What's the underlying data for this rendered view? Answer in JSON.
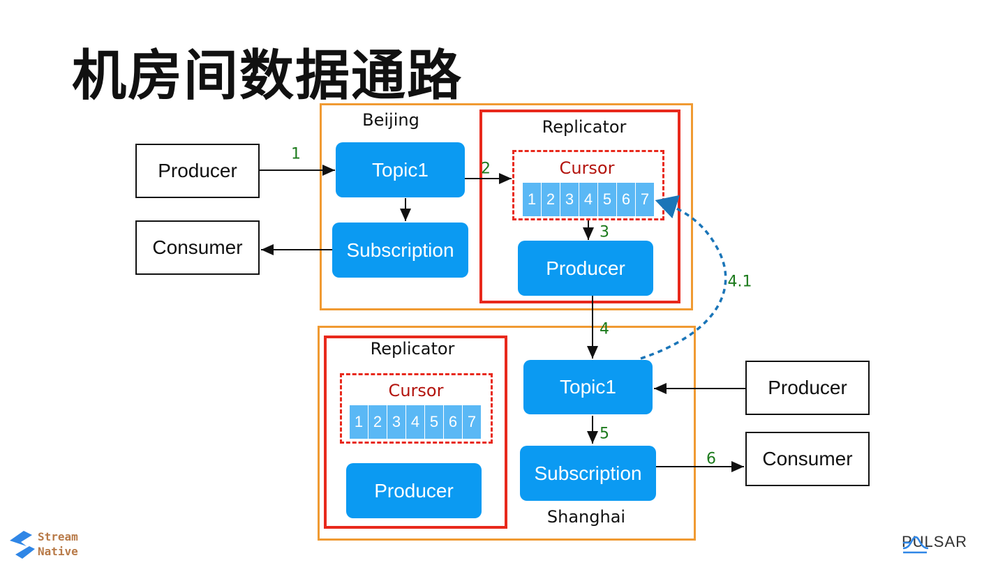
{
  "title": "机房间数据通路",
  "beijing": {
    "label": "Beijing",
    "topic": "Topic1",
    "subscription": "Subscription",
    "replicator": {
      "label": "Replicator",
      "cursor": "Cursor",
      "cells": [
        "1",
        "2",
        "3",
        "4",
        "5",
        "6",
        "7"
      ],
      "producer": "Producer"
    }
  },
  "shanghai": {
    "label": "Shanghai",
    "topic": "Topic1",
    "subscription": "Subscription",
    "replicator": {
      "label": "Replicator",
      "cursor": "Cursor",
      "cells": [
        "1",
        "2",
        "3",
        "4",
        "5",
        "6",
        "7"
      ],
      "producer": "Producer"
    }
  },
  "external": {
    "bj_producer": "Producer",
    "bj_consumer": "Consumer",
    "sh_producer": "Producer",
    "sh_consumer": "Consumer"
  },
  "steps": {
    "s1": "1",
    "s2": "2",
    "s3": "3",
    "s4": "4",
    "s41": "4.1",
    "s5": "5",
    "s6": "6"
  },
  "logos": {
    "left": "Stream Native",
    "right": "PULSAR"
  },
  "colors": {
    "node": "#0b9af2",
    "cell": "#5ab8f5",
    "datacenter": "#f09a32",
    "replicator": "#e8291c",
    "step": "#1c7a1c",
    "replay": "#1a75b8"
  }
}
